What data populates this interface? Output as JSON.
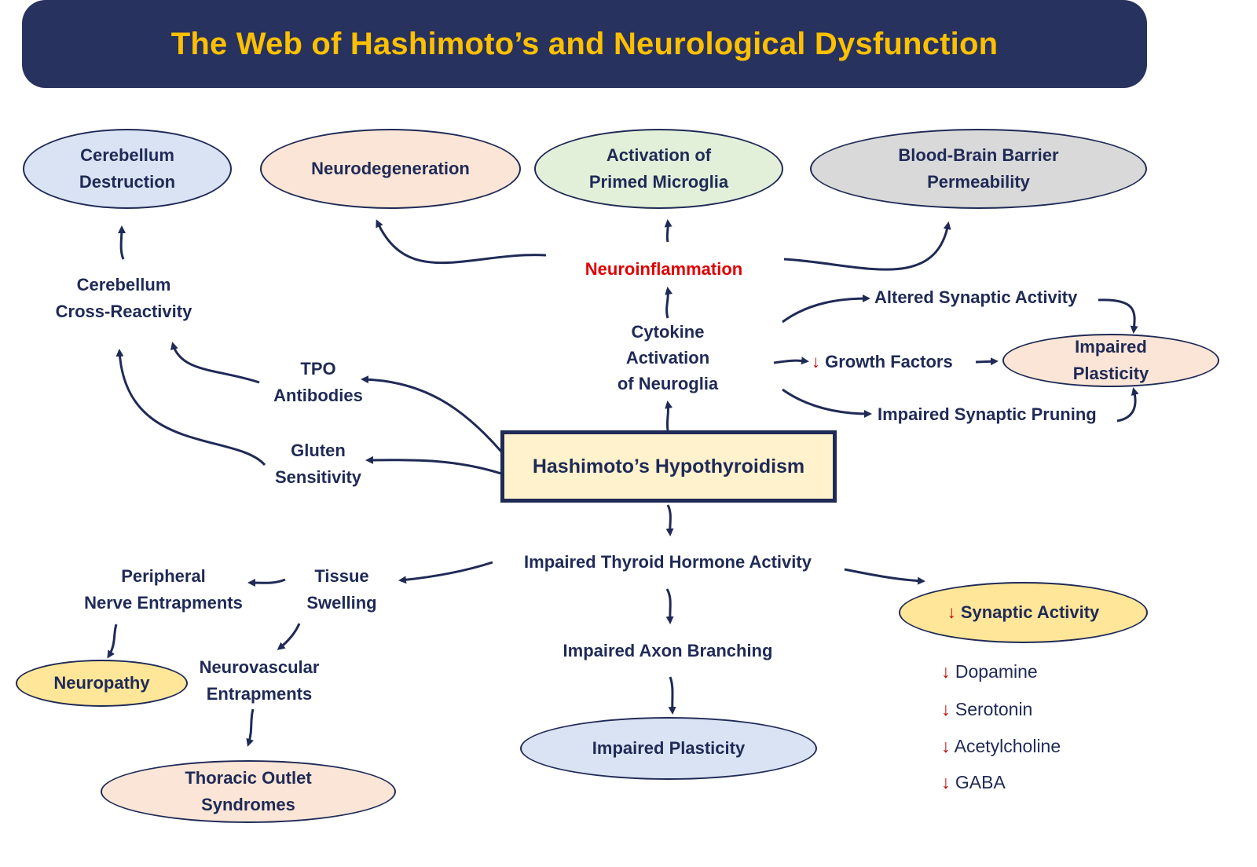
{
  "title": "The Web of Hashimoto’s and Neurological Dysfunction",
  "colors": {
    "banner": "#27325e",
    "title_text": "#ffc000",
    "ink": "#1f2a56",
    "highlight_red": "#e00000",
    "down_arrow": "#c00000",
    "blue_fill": "#dae3f3",
    "peach_fill": "#fbe5d6",
    "green_fill": "#e2f0d9",
    "gray_fill": "#d9d9d9",
    "yellow_fill": "#ffe699",
    "center_fill": "#fff2cc"
  },
  "center": "Hashimoto’s Hypothyroidism",
  "top_outcomes": [
    {
      "id": "cerebellum-destruction",
      "lines": [
        "Cerebellum",
        "Destruction"
      ],
      "fill": "blue"
    },
    {
      "id": "neurodegeneration",
      "lines": [
        "Neurodegeneration"
      ],
      "fill": "peach"
    },
    {
      "id": "primed-microglia",
      "lines": [
        "Activation of",
        "Primed Microglia"
      ],
      "fill": "green"
    },
    {
      "id": "bbb-permeability",
      "lines": [
        "Blood-Brain Barrier",
        "Permeability"
      ],
      "fill": "gray"
    }
  ],
  "labels": {
    "neuroinflammation": "Neuroinflammation",
    "cerebellum_cross": [
      "Cerebellum",
      "Cross-Reactivity"
    ],
    "tpo": [
      "TPO",
      "Antibodies"
    ],
    "gluten": [
      "Gluten",
      "Sensitivity"
    ],
    "cytokine": [
      "Cytokine",
      "Activation",
      "of Neuroglia"
    ],
    "altered_synaptic": "Altered Synaptic Activity",
    "growth_factors": "Growth Factors",
    "impaired_pruning": "Impaired Synaptic Pruning",
    "impaired_plasticity_right": [
      "Impaired",
      "Plasticity"
    ],
    "thyroid_hormone": "Impaired Thyroid Hormone Activity",
    "tissue_swelling": [
      "Tissue",
      "Swelling"
    ],
    "peripheral": [
      "Peripheral",
      "Nerve Entrapments"
    ],
    "neuropathy": "Neuropathy",
    "neurovascular": [
      "Neurovascular",
      "Entrapments"
    ],
    "thoracic": [
      "Thoracic Outlet",
      "Syndromes"
    ],
    "axon": "Impaired Axon Branching",
    "impaired_plasticity_bottom": "Impaired Plasticity",
    "synaptic_activity": "Synaptic Activity"
  },
  "down_symbol": "↓",
  "neurotransmitters": [
    "Dopamine",
    "Serotonin",
    "Acetylcholine",
    "GABA"
  ]
}
